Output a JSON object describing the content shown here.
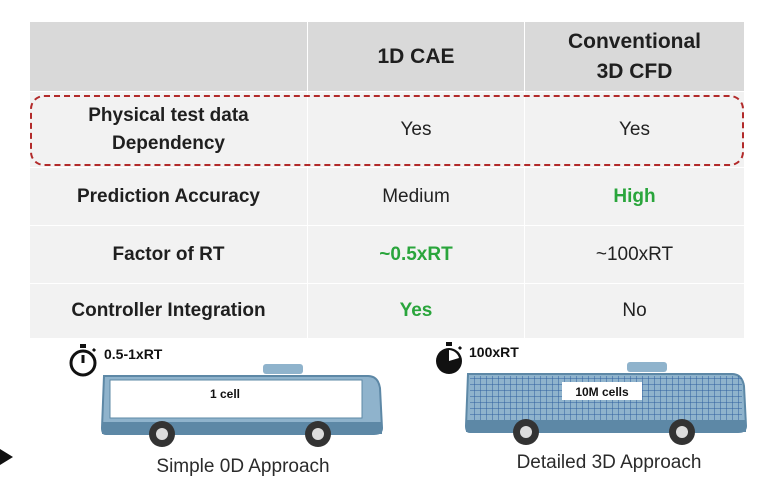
{
  "table": {
    "header": {
      "col0": "",
      "col1": "1D CAE",
      "col2_line1": "Conventional",
      "col2_line2": "3D CFD"
    },
    "rows": [
      {
        "label_line1": "Physical test data",
        "label_line2": "Dependency",
        "cae": "Yes",
        "cfd": "Yes"
      },
      {
        "label": "Prediction Accuracy",
        "cae": "Medium",
        "cfd": "High"
      },
      {
        "label": "Factor of RT",
        "cae": "~0.5xRT",
        "cfd": "~100xRT"
      },
      {
        "label": "Controller Integration",
        "cae": "Yes",
        "cfd": "No"
      }
    ],
    "highlight_color": "#2aa53c",
    "dashed_box_color": "#b22a2a"
  },
  "left_bus": {
    "timer": "0.5-1xRT",
    "cell_label": "1 cell",
    "caption": "Simple 0D Approach",
    "timer_icon": "stopwatch-icon"
  },
  "right_bus": {
    "timer": "100xRT",
    "cell_label": "10M cells",
    "caption": "Detailed 3D Approach",
    "timer_icon": "stopwatch-filled-icon"
  },
  "colors": {
    "bus_body": "#8fb3cc",
    "bus_dark": "#5d88a6",
    "grid": "#2f5f9e"
  }
}
